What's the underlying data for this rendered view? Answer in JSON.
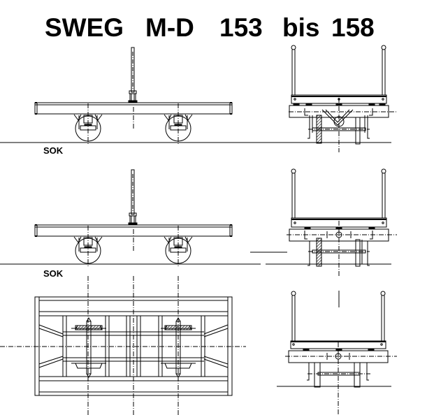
{
  "title": {
    "words": [
      "SWEG",
      "M-D",
      "153",
      "bis",
      "158"
    ],
    "full": "SWEG M-D 153 bis 158"
  },
  "labels": {
    "rail_label_top": "SOK",
    "rail_label_middle": "SOK"
  },
  "views": [
    {
      "id": "side-view-top",
      "description": "Side elevation with stanchion, two wheelsets"
    },
    {
      "id": "end-view-top",
      "description": "End elevation with stanchions and wheelset"
    },
    {
      "id": "side-view-middle",
      "description": "Side elevation variant"
    },
    {
      "id": "end-view-middle",
      "description": "End elevation variant"
    },
    {
      "id": "plan-view",
      "description": "Top view of underframe"
    },
    {
      "id": "end-view-bottom",
      "description": "End elevation variant"
    }
  ],
  "colors": {
    "line": "#000000",
    "background": "#ffffff",
    "hatch": "#000000"
  }
}
